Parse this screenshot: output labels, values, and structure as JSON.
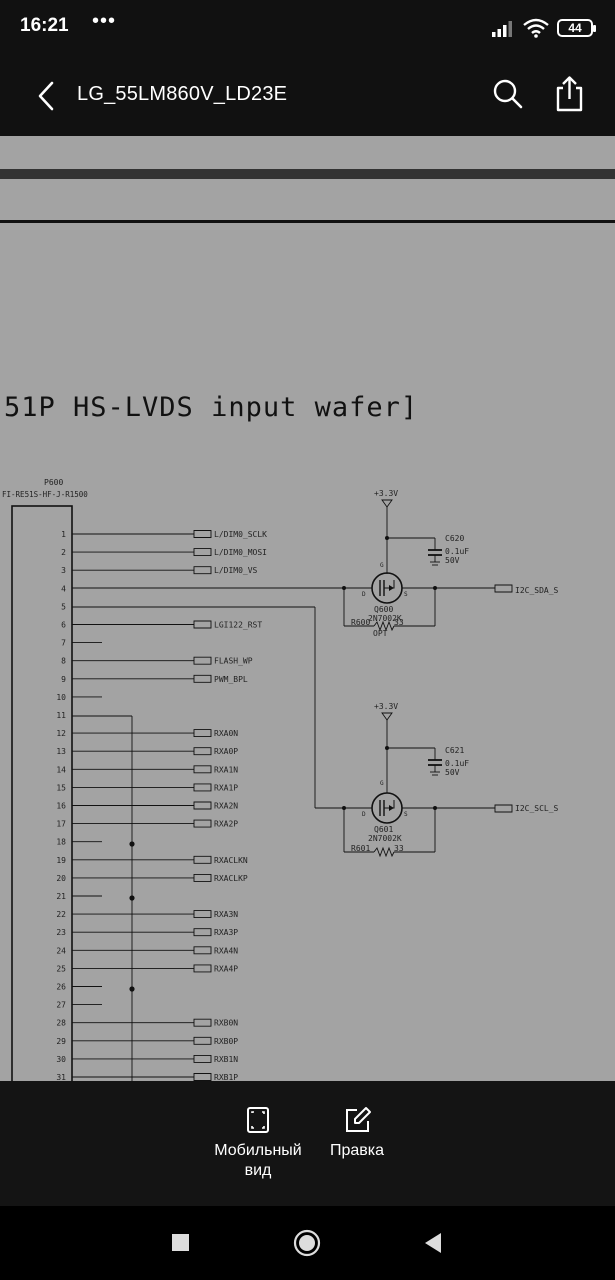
{
  "status_bar": {
    "time": "16:21",
    "dots": "•••",
    "battery": "44"
  },
  "app_bar": {
    "title": "LG_55LM860V_LD23E"
  },
  "schematic": {
    "heading": "51P HS-LVDS input wafer]",
    "connector_ref": "P600",
    "connector_part": "FI-RE51S-HF-J-R1500",
    "pins": [
      "1",
      "2",
      "3",
      "4",
      "5",
      "6",
      "7",
      "8",
      "9",
      "10",
      "11",
      "12",
      "13",
      "14",
      "15",
      "16",
      "17",
      "18",
      "19",
      "20",
      "21",
      "22",
      "23",
      "24",
      "25",
      "26",
      "27",
      "28",
      "29",
      "30",
      "31"
    ],
    "pin_labels": {
      "1": "L/DIM0_SCLK",
      "2": "L/DIM0_MOSI",
      "3": "L/DIM0_VS",
      "6": "LGI122_RST",
      "8": "FLASH_WP",
      "9": "PWM_BPL",
      "12": "RXA0N",
      "13": "RXA0P",
      "14": "RXA1N",
      "15": "RXA1P",
      "16": "RXA2N",
      "17": "RXA2P",
      "19": "RXACLKN",
      "20": "RXACLKP",
      "22": "RXA3N",
      "23": "RXA3P",
      "24": "RXA4N",
      "25": "RXA4P",
      "28": "RXB0N",
      "29": "RXB0P",
      "30": "RXB1N",
      "31": "RXB1P"
    },
    "upper": {
      "vcc": "+3.3V",
      "cap_ref": "C620",
      "cap_val": "0.1uF",
      "cap_volt": "50V",
      "q_ref": "Q600",
      "q_part": "2N7002K",
      "r_ref": "R600",
      "r_val": "33",
      "opt": "OPT",
      "out_label": "I2C_SDA_S",
      "g": "G",
      "d": "D",
      "s": "S"
    },
    "lower": {
      "vcc": "+3.3V",
      "cap_ref": "C621",
      "cap_val": "0.1uF",
      "cap_volt": "50V",
      "q_ref": "Q601",
      "q_part": "2N7002K",
      "r_ref": "R601",
      "r_val": "33",
      "out_label": "I2C_SCL_S",
      "g": "G",
      "d": "D",
      "s": "S"
    }
  },
  "toolbar": {
    "mobile_view_line1": "Мобильный",
    "mobile_view_line2": "вид",
    "edit_label": "Правка"
  },
  "colors": {
    "paper": "#a3a3a3",
    "ink": "#111111",
    "bar": "#111111"
  }
}
